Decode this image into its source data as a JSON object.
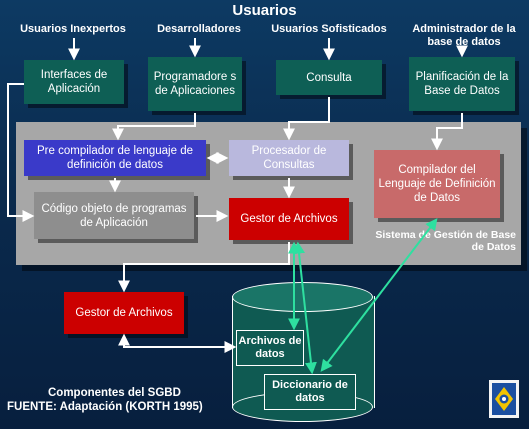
{
  "title": "Usuarios",
  "users": {
    "inexpertos": "Usuarios Inexpertos",
    "desarrolladores": "Desarrolladores",
    "sofisticados": "Usuarios Sofisticados",
    "admin": "Administrador de la base de datos"
  },
  "boxes": {
    "interfaces": "Interfaces de Aplicación",
    "programadores": "Programadore s de Aplicaciones",
    "consulta": "Consulta",
    "planificacion": "Planificación de la Base de Datos",
    "precompilador": "Pre compilador de lenguaje de definición de datos",
    "procesador": "Procesador de Consultas",
    "compilador": "Compilador del Lenguaje de Definición de Datos",
    "codigo_objeto": "Código objeto de programas de Aplicación",
    "gestor_archivos_1": "Gestor de Archivos",
    "gestor_archivos_2": "Gestor de Archivos"
  },
  "system_label": "Sistema de Gestión de Base de Datos",
  "storage": {
    "archivos": "Archivos de datos",
    "diccionario": "Diccionario de datos"
  },
  "footer": {
    "line1": "Componentes del SGBD",
    "line2": "FUENTE: Adaptación (KORTH 1995)"
  },
  "colors": {
    "background": "#0a2a4d",
    "teal": "#0e5f55",
    "blue": "#3a3ac9",
    "lavender": "#b9b8dd",
    "gray": "#8e8e8e",
    "red": "#cc0000",
    "rose": "#c86a6a",
    "arrow_green": "#2ee0a0"
  }
}
